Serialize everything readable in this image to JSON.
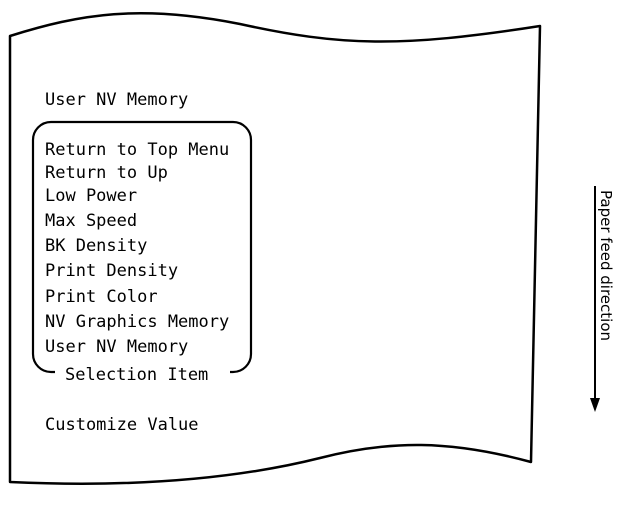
{
  "receipt": {
    "header": "User NV Memory",
    "menu_items": [
      "Return to Top Menu",
      "Return to Up",
      "Low Power",
      "Max Speed",
      "BK Density",
      "Print Density",
      "Print Color",
      "NV Graphics Memory",
      "User NV Memory"
    ],
    "selection_caption": "Selection Item",
    "footer": "Customize Value"
  },
  "feed_label": "Paper feed direction",
  "colors": {
    "ink": "#000000",
    "paper": "#ffffff"
  }
}
